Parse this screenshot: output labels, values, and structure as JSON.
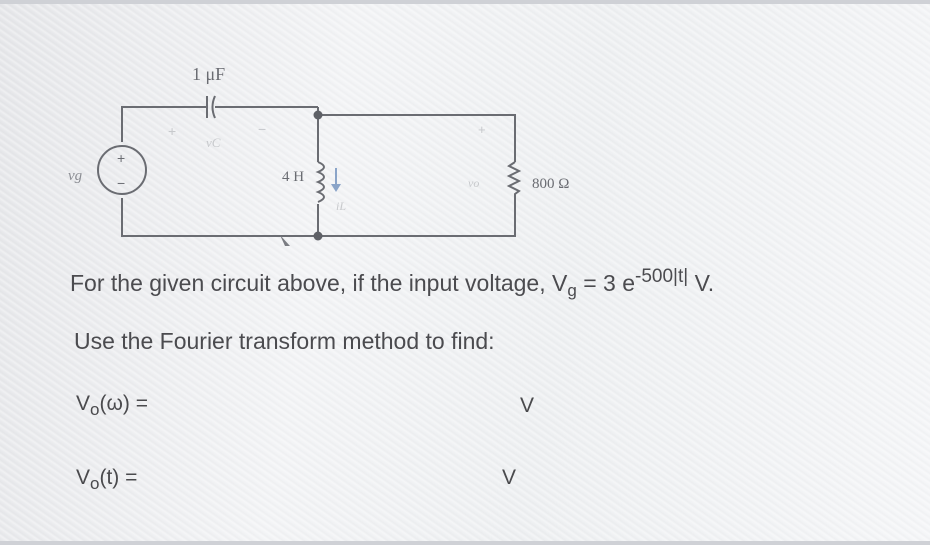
{
  "circuit": {
    "capacitor_label": "1 μF",
    "capacitor_voltage": "vC",
    "source_label": "vg",
    "source_plus": "+",
    "source_minus": "−",
    "inductor_label": "4 H",
    "inductor_current": "iL",
    "resistor_label": "800 Ω",
    "output_voltage": "vo",
    "plus": "+",
    "minus": "−"
  },
  "problem": {
    "line1_prefix": "For the given circuit above, if the input voltage, V",
    "line1_sub": "g",
    "line1_mid": " = 3 e",
    "line1_sup": "-500|t|",
    "line1_suffix": " V.",
    "line2": "Use the Fourier transform method to find:"
  },
  "answers": {
    "vw_prefix": "V",
    "vw_sub": "o",
    "vw_suffix": "(ω) =",
    "vw_unit": "V",
    "vt_prefix": "V",
    "vt_sub": "o",
    "vt_suffix": "(t) =",
    "vt_unit": "V"
  }
}
